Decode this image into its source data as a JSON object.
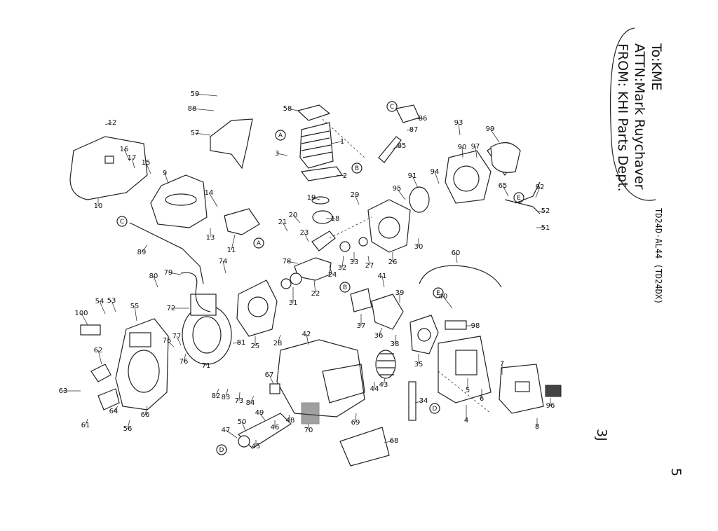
{
  "note": {
    "line1": "To:KME",
    "line2": "ATTN:Mark Ruychaver",
    "line3": "FROM: KHI Parts Dept."
  },
  "model_code": "TD24D-AL44 (TD24DX)",
  "scribble": "3J",
  "page_mark": "5",
  "circle_refs": [
    "A",
    "B",
    "C",
    "D",
    "E"
  ],
  "parts": [
    {
      "no": "1"
    },
    {
      "no": "2"
    },
    {
      "no": "3"
    },
    {
      "no": "4"
    },
    {
      "no": "5"
    },
    {
      "no": "6"
    },
    {
      "no": "7"
    },
    {
      "no": "8"
    },
    {
      "no": "9"
    },
    {
      "no": "10"
    },
    {
      "no": "11"
    },
    {
      "no": "12"
    },
    {
      "no": "13"
    },
    {
      "no": "14"
    },
    {
      "no": "15"
    },
    {
      "no": "16"
    },
    {
      "no": "17"
    },
    {
      "no": "18"
    },
    {
      "no": "19"
    },
    {
      "no": "20"
    },
    {
      "no": "21"
    },
    {
      "no": "22"
    },
    {
      "no": "23"
    },
    {
      "no": "24"
    },
    {
      "no": "25"
    },
    {
      "no": "26"
    },
    {
      "no": "27"
    },
    {
      "no": "28"
    },
    {
      "no": "29"
    },
    {
      "no": "30"
    },
    {
      "no": "31"
    },
    {
      "no": "32"
    },
    {
      "no": "33"
    },
    {
      "no": "34"
    },
    {
      "no": "35"
    },
    {
      "no": "36"
    },
    {
      "no": "37"
    },
    {
      "no": "38"
    },
    {
      "no": "39"
    },
    {
      "no": "40"
    },
    {
      "no": "41"
    },
    {
      "no": "42"
    },
    {
      "no": "43"
    },
    {
      "no": "44"
    },
    {
      "no": "45"
    },
    {
      "no": "46"
    },
    {
      "no": "47"
    },
    {
      "no": "48"
    },
    {
      "no": "49"
    },
    {
      "no": "50"
    },
    {
      "no": "51"
    },
    {
      "no": "52"
    },
    {
      "no": "53"
    },
    {
      "no": "54"
    },
    {
      "no": "55"
    },
    {
      "no": "56"
    },
    {
      "no": "57"
    },
    {
      "no": "58"
    },
    {
      "no": "59"
    },
    {
      "no": "60"
    },
    {
      "no": "61"
    },
    {
      "no": "62"
    },
    {
      "no": "63"
    },
    {
      "no": "64"
    },
    {
      "no": "65"
    },
    {
      "no": "66"
    },
    {
      "no": "67"
    },
    {
      "no": "68"
    },
    {
      "no": "69"
    },
    {
      "no": "70"
    },
    {
      "no": "71"
    },
    {
      "no": "72"
    },
    {
      "no": "73"
    },
    {
      "no": "74"
    },
    {
      "no": "75"
    },
    {
      "no": "76"
    },
    {
      "no": "77"
    },
    {
      "no": "78"
    },
    {
      "no": "79"
    },
    {
      "no": "80"
    },
    {
      "no": "81"
    },
    {
      "no": "82"
    },
    {
      "no": "83"
    },
    {
      "no": "84"
    },
    {
      "no": "85"
    },
    {
      "no": "86"
    },
    {
      "no": "87"
    },
    {
      "no": "88"
    },
    {
      "no": "89"
    },
    {
      "no": "90"
    },
    {
      "no": "91"
    },
    {
      "no": "92"
    },
    {
      "no": "93"
    },
    {
      "no": "94"
    },
    {
      "no": "95"
    },
    {
      "no": "96"
    },
    {
      "no": "97"
    },
    {
      "no": "98"
    },
    {
      "no": "99"
    },
    {
      "no": "100"
    }
  ]
}
